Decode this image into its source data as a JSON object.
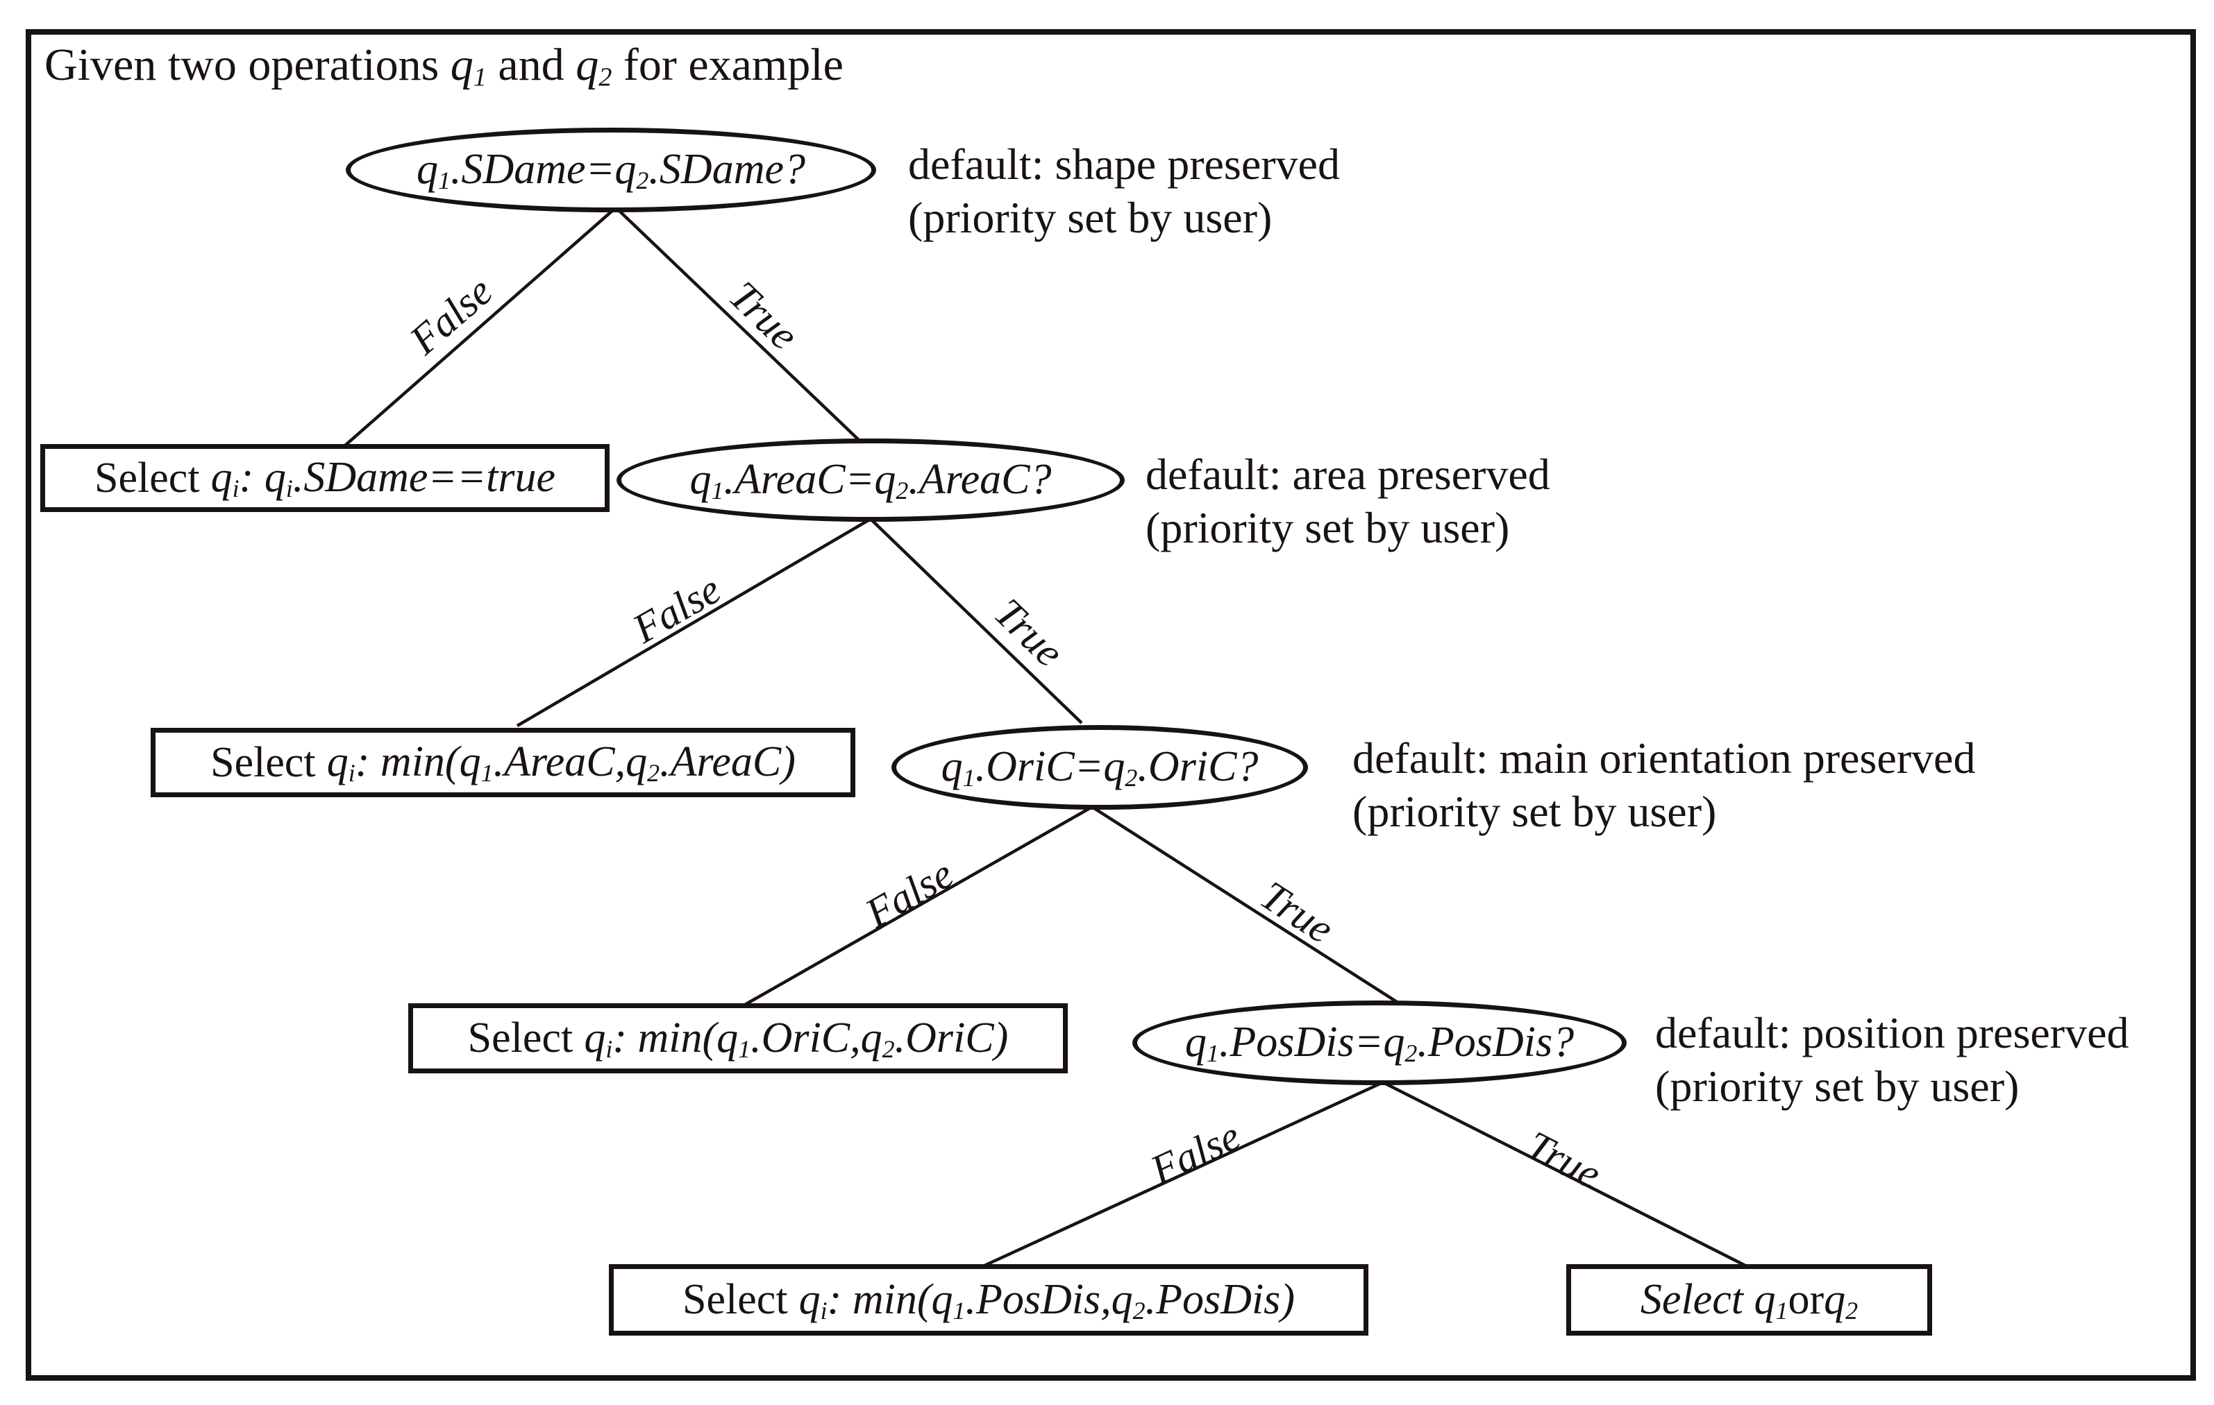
{
  "figure": {
    "colors": {
      "ink": "#181210",
      "background": "#ffffff"
    },
    "title": {
      "lead": "Given two operations ",
      "q1": "q₁",
      "mid": " and ",
      "q2": "q₂",
      "tail": " for example"
    },
    "levels": [
      {
        "question": "q₁.SDame=q₂.SDame?",
        "note1": "default: shape preserved",
        "note2": "(priority set by user)",
        "false_label": "False",
        "true_label": "True",
        "action_prefix": "Select",
        "action": "qᵢ: qᵢ.SDame==true"
      },
      {
        "question": "q₁.AreaC=q₂.AreaC?",
        "note1": "default: area preserved",
        "note2": "(priority set by user)",
        "false_label": "False",
        "true_label": "True",
        "action_prefix": "Select",
        "action": "qᵢ: min(q₁.AreaC,q₂.AreaC)"
      },
      {
        "question": "q₁.OriC=q₂.OriC?",
        "note1": "default: main orientation preserved",
        "note2": "(priority set by user)",
        "false_label": "False",
        "true_label": "True",
        "action_prefix": "Select",
        "action": "qᵢ: min(q₁.OriC,q₂.OriC)"
      },
      {
        "question": "q₁.PosDis=q₂.PosDis?",
        "note1": "default: position preserved",
        "note2": "(priority set by user)",
        "false_label": "False",
        "true_label": "True",
        "action_prefix": "Select",
        "action": "qᵢ: min(q₁.PosDis,q₂.PosDis)"
      }
    ],
    "final_action": {
      "select": "Select q₁",
      "or": " or ",
      "q2": "q₂"
    }
  }
}
